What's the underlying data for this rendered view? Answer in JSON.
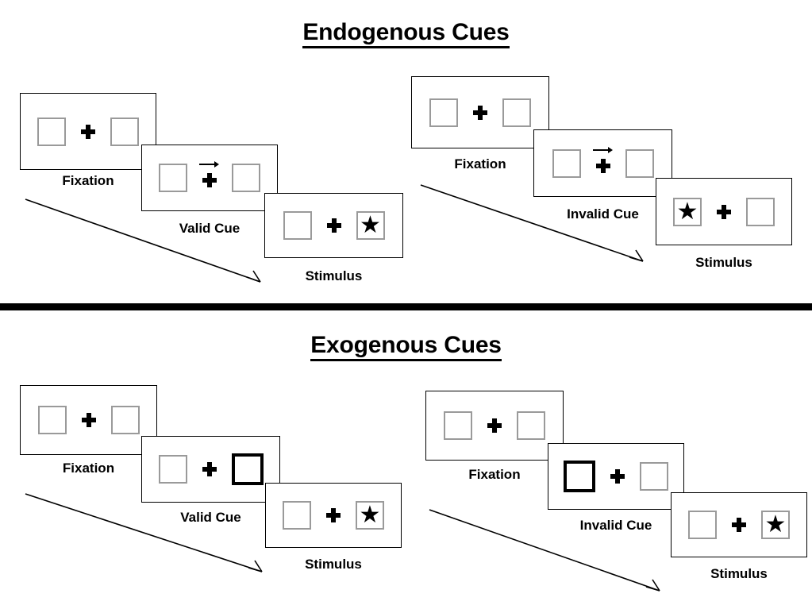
{
  "figure": {
    "title_endogenous": "Endogenous Cues",
    "title_exogenous": "Exogenous Cues",
    "colors": {
      "box_outline": "#9a9a9a",
      "cued_box_outline": "#000000",
      "panel_outline": "#000000",
      "ink": "#000000",
      "background": "#ffffff"
    }
  },
  "sections": [
    {
      "id": "endogenous",
      "title": "Endogenous Cues",
      "cue_type": "central arrow",
      "sequences": [
        {
          "id": "endogenous-valid",
          "validity": "valid",
          "frames": [
            {
              "caption": "Fixation",
              "left_box": "empty",
              "right_box": "empty",
              "cue": "none",
              "arrow_direction": "",
              "target_side": ""
            },
            {
              "caption": "Valid Cue",
              "left_box": "empty",
              "right_box": "empty",
              "cue": "arrow-right",
              "arrow_direction": "right",
              "target_side": ""
            },
            {
              "caption": "Stimulus",
              "left_box": "empty",
              "right_box": "star",
              "cue": "none",
              "arrow_direction": "",
              "target_side": "right"
            }
          ]
        },
        {
          "id": "endogenous-invalid",
          "validity": "invalid",
          "frames": [
            {
              "caption": "Fixation",
              "left_box": "empty",
              "right_box": "empty",
              "cue": "none",
              "arrow_direction": "",
              "target_side": ""
            },
            {
              "caption": "Invalid Cue",
              "left_box": "empty",
              "right_box": "empty",
              "cue": "arrow-right",
              "arrow_direction": "right",
              "target_side": ""
            },
            {
              "caption": "Stimulus",
              "left_box": "star",
              "right_box": "empty",
              "cue": "none",
              "arrow_direction": "",
              "target_side": "left"
            }
          ]
        }
      ]
    },
    {
      "id": "exogenous",
      "title": "Exogenous Cues",
      "cue_type": "peripheral box flash",
      "sequences": [
        {
          "id": "exogenous-valid",
          "validity": "valid",
          "frames": [
            {
              "caption": "Fixation",
              "left_box": "empty",
              "right_box": "empty",
              "cue": "none",
              "arrow_direction": "",
              "target_side": ""
            },
            {
              "caption": "Valid Cue",
              "left_box": "empty",
              "right_box": "cued",
              "cue": "box-right",
              "arrow_direction": "",
              "target_side": ""
            },
            {
              "caption": "Stimulus",
              "left_box": "empty",
              "right_box": "star",
              "cue": "none",
              "arrow_direction": "",
              "target_side": "right"
            }
          ]
        },
        {
          "id": "exogenous-invalid",
          "validity": "invalid",
          "frames": [
            {
              "caption": "Fixation",
              "left_box": "empty",
              "right_box": "empty",
              "cue": "none",
              "arrow_direction": "",
              "target_side": ""
            },
            {
              "caption": "Invalid Cue",
              "left_box": "cued",
              "right_box": "empty",
              "cue": "box-left",
              "arrow_direction": "",
              "target_side": ""
            },
            {
              "caption": "Stimulus",
              "left_box": "empty",
              "right_box": "star",
              "cue": "none",
              "arrow_direction": "",
              "target_side": "right"
            }
          ]
        }
      ]
    }
  ],
  "glyphs": {
    "star": "★",
    "plus": "plus-icon",
    "arrow_right": "arrow-right-icon",
    "flow_arrow": "diagonal-flow-arrow-icon"
  }
}
